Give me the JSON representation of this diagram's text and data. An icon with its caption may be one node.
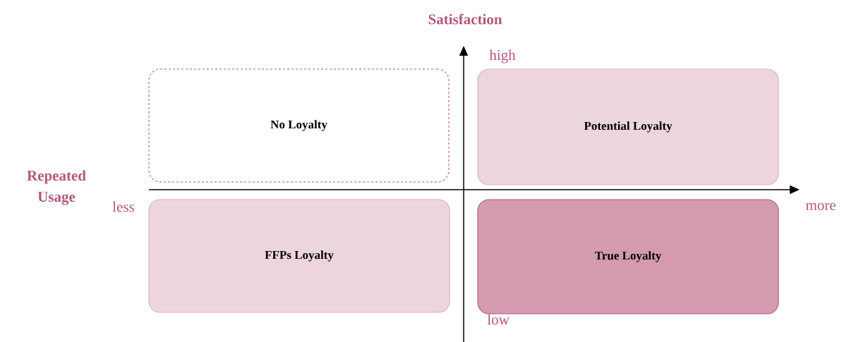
{
  "diagram": {
    "nodes": [
      {
        "text": [
          "No Loyalty"
        ]
      },
      {
        "text": [
          "Potential Loyalty"
        ]
      },
      {
        "text": [
          "FFPs Loyalty"
        ]
      },
      {
        "text": [
          "True Loyalty"
        ]
      }
    ],
    "labels": [
      "Satisfaction",
      "high",
      "Repeated Usage",
      "less",
      "more",
      "low"
    ]
  }
}
